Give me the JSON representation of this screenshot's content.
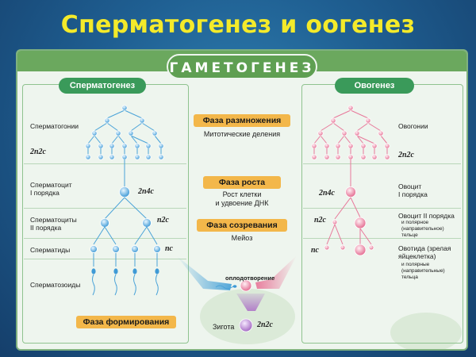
{
  "slide_title": "Сперматогенез и оогенез",
  "panel_title": "ГАМЕТОГЕНЕЗ",
  "spermatogenesis": {
    "header": "Сперматогенез",
    "stages": [
      {
        "label": "Сперматогонии",
        "formula": "2n2c"
      },
      {
        "label": "Сперматоцит\nI порядка",
        "formula": "2n4c"
      },
      {
        "label": "Сперматоциты\nII порядка",
        "formula": "n2c"
      },
      {
        "label": "Сперматиды",
        "formula": "nc"
      },
      {
        "label": "Сперматозоиды",
        "formula": ""
      }
    ]
  },
  "oogenesis": {
    "header": "Овогенез",
    "stages": [
      {
        "label": "Овогонии",
        "formula": "2n2c"
      },
      {
        "label": "Овоцит\nI порядка",
        "formula": "2n4c"
      },
      {
        "label": "Овоцит II порядка",
        "sub": "и полярное\n(направительное)\nтельце",
        "formula": "n2c"
      },
      {
        "label": "Овотида (зрелая\nяйцеклетка)",
        "sub": "и полярные\n(направительные)\nтельца",
        "formula": "nc"
      }
    ]
  },
  "phases": [
    {
      "title": "Фаза размножения",
      "desc": "Митотические деления"
    },
    {
      "title": "Фаза роста",
      "desc": "Рост клетки\nи удвоение ДНК"
    },
    {
      "title": "Фаза созревания",
      "desc": "Мейоз"
    },
    {
      "title": "Фаза формирования",
      "desc": ""
    }
  ],
  "fertilization": {
    "label": "оплодотворение"
  },
  "zygote": {
    "label": "Зигота",
    "formula": "2n2c"
  },
  "colors": {
    "sperm": "#4aa3d8",
    "egg": "#e8789a",
    "zygote": "#b07ac8",
    "phase": "#f3b74a"
  }
}
